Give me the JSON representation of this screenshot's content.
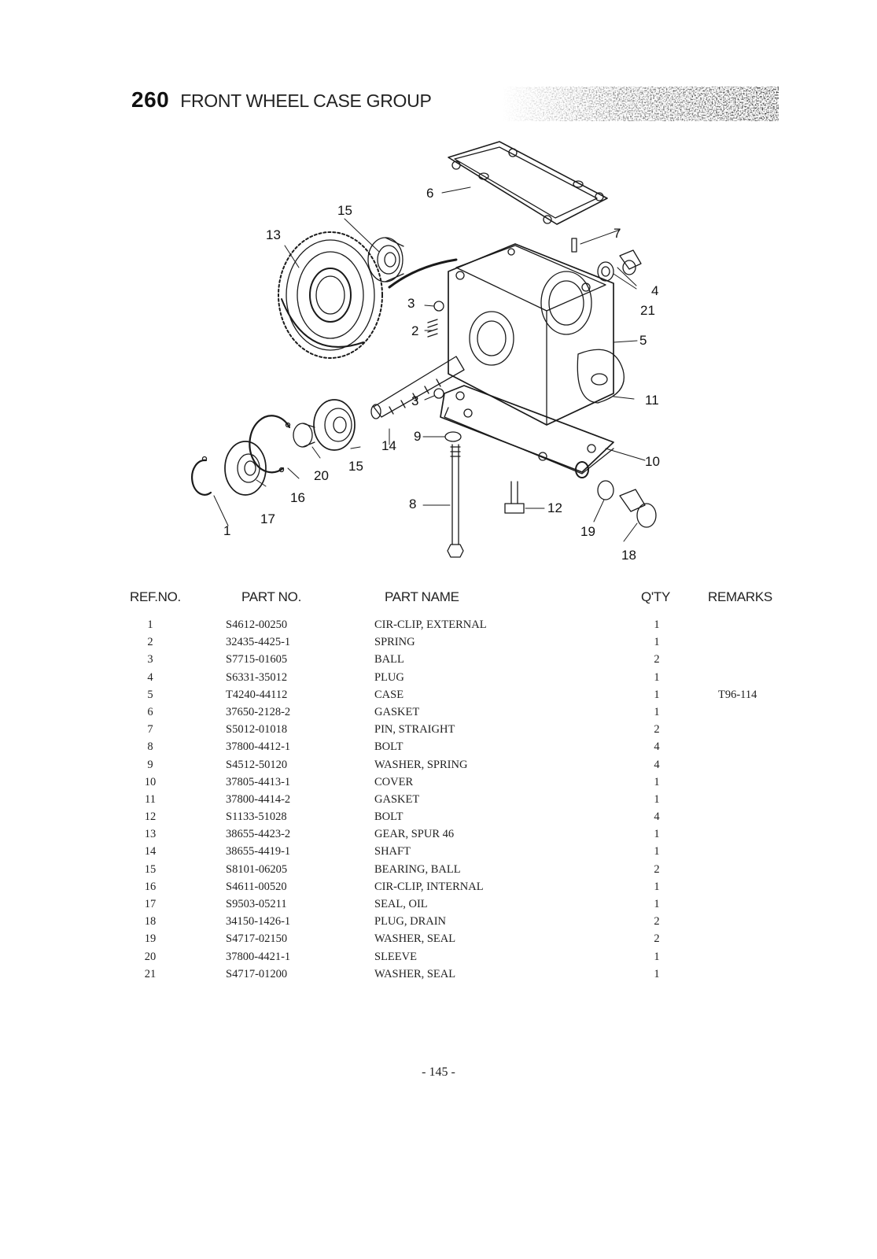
{
  "header": {
    "group_number": "260",
    "group_title": "FRONT WHEEL CASE GROUP"
  },
  "diagram": {
    "callouts": [
      "1",
      "2",
      "3",
      "3",
      "4",
      "5",
      "6",
      "7",
      "8",
      "9",
      "10",
      "11",
      "12",
      "13",
      "14",
      "15",
      "15",
      "16",
      "17",
      "18",
      "19",
      "20",
      "21"
    ]
  },
  "table": {
    "headers": {
      "ref_no": "REF.NO.",
      "part_no": "PART NO.",
      "part_name": "PART NAME",
      "qty": "Q'TY",
      "remarks": "REMARKS"
    },
    "rows": [
      {
        "ref": "1",
        "part_no": "S4612-00250",
        "name": "CIR-CLIP, EXTERNAL",
        "qty": "1",
        "remarks": ""
      },
      {
        "ref": "2",
        "part_no": "32435-4425-1",
        "name": "SPRING",
        "qty": "1",
        "remarks": ""
      },
      {
        "ref": "3",
        "part_no": "S7715-01605",
        "name": "BALL",
        "qty": "2",
        "remarks": ""
      },
      {
        "ref": "4",
        "part_no": "S6331-35012",
        "name": "PLUG",
        "qty": "1",
        "remarks": ""
      },
      {
        "ref": "5",
        "part_no": "T4240-44112",
        "name": "CASE",
        "qty": "1",
        "remarks": "T96-114"
      },
      {
        "ref": "6",
        "part_no": "37650-2128-2",
        "name": "GASKET",
        "qty": "1",
        "remarks": ""
      },
      {
        "ref": "7",
        "part_no": "S5012-01018",
        "name": "PIN, STRAIGHT",
        "qty": "2",
        "remarks": ""
      },
      {
        "ref": "8",
        "part_no": "37800-4412-1",
        "name": "BOLT",
        "qty": "4",
        "remarks": ""
      },
      {
        "ref": "9",
        "part_no": "S4512-50120",
        "name": "WASHER, SPRING",
        "qty": "4",
        "remarks": ""
      },
      {
        "ref": "10",
        "part_no": "37805-4413-1",
        "name": "COVER",
        "qty": "1",
        "remarks": ""
      },
      {
        "ref": "11",
        "part_no": "37800-4414-2",
        "name": "GASKET",
        "qty": "1",
        "remarks": ""
      },
      {
        "ref": "12",
        "part_no": "S1133-51028",
        "name": "BOLT",
        "qty": "4",
        "remarks": ""
      },
      {
        "ref": "13",
        "part_no": "38655-4423-2",
        "name": "GEAR, SPUR 46",
        "qty": "1",
        "remarks": ""
      },
      {
        "ref": "14",
        "part_no": "38655-4419-1",
        "name": "SHAFT",
        "qty": "1",
        "remarks": ""
      },
      {
        "ref": "15",
        "part_no": "S8101-06205",
        "name": "BEARING, BALL",
        "qty": "2",
        "remarks": ""
      },
      {
        "ref": "16",
        "part_no": "S4611-00520",
        "name": "CIR-CLIP, INTERNAL",
        "qty": "1",
        "remarks": ""
      },
      {
        "ref": "17",
        "part_no": "S9503-05211",
        "name": "SEAL, OIL",
        "qty": "1",
        "remarks": ""
      },
      {
        "ref": "18",
        "part_no": "34150-1426-1",
        "name": "PLUG, DRAIN",
        "qty": "2",
        "remarks": ""
      },
      {
        "ref": "19",
        "part_no": "S4717-02150",
        "name": "WASHER, SEAL",
        "qty": "2",
        "remarks": ""
      },
      {
        "ref": "20",
        "part_no": "37800-4421-1",
        "name": "SLEEVE",
        "qty": "1",
        "remarks": ""
      },
      {
        "ref": "21",
        "part_no": "S4717-01200",
        "name": "WASHER, SEAL",
        "qty": "1",
        "remarks": ""
      }
    ]
  },
  "footer": {
    "page_number": "- 145 -"
  }
}
